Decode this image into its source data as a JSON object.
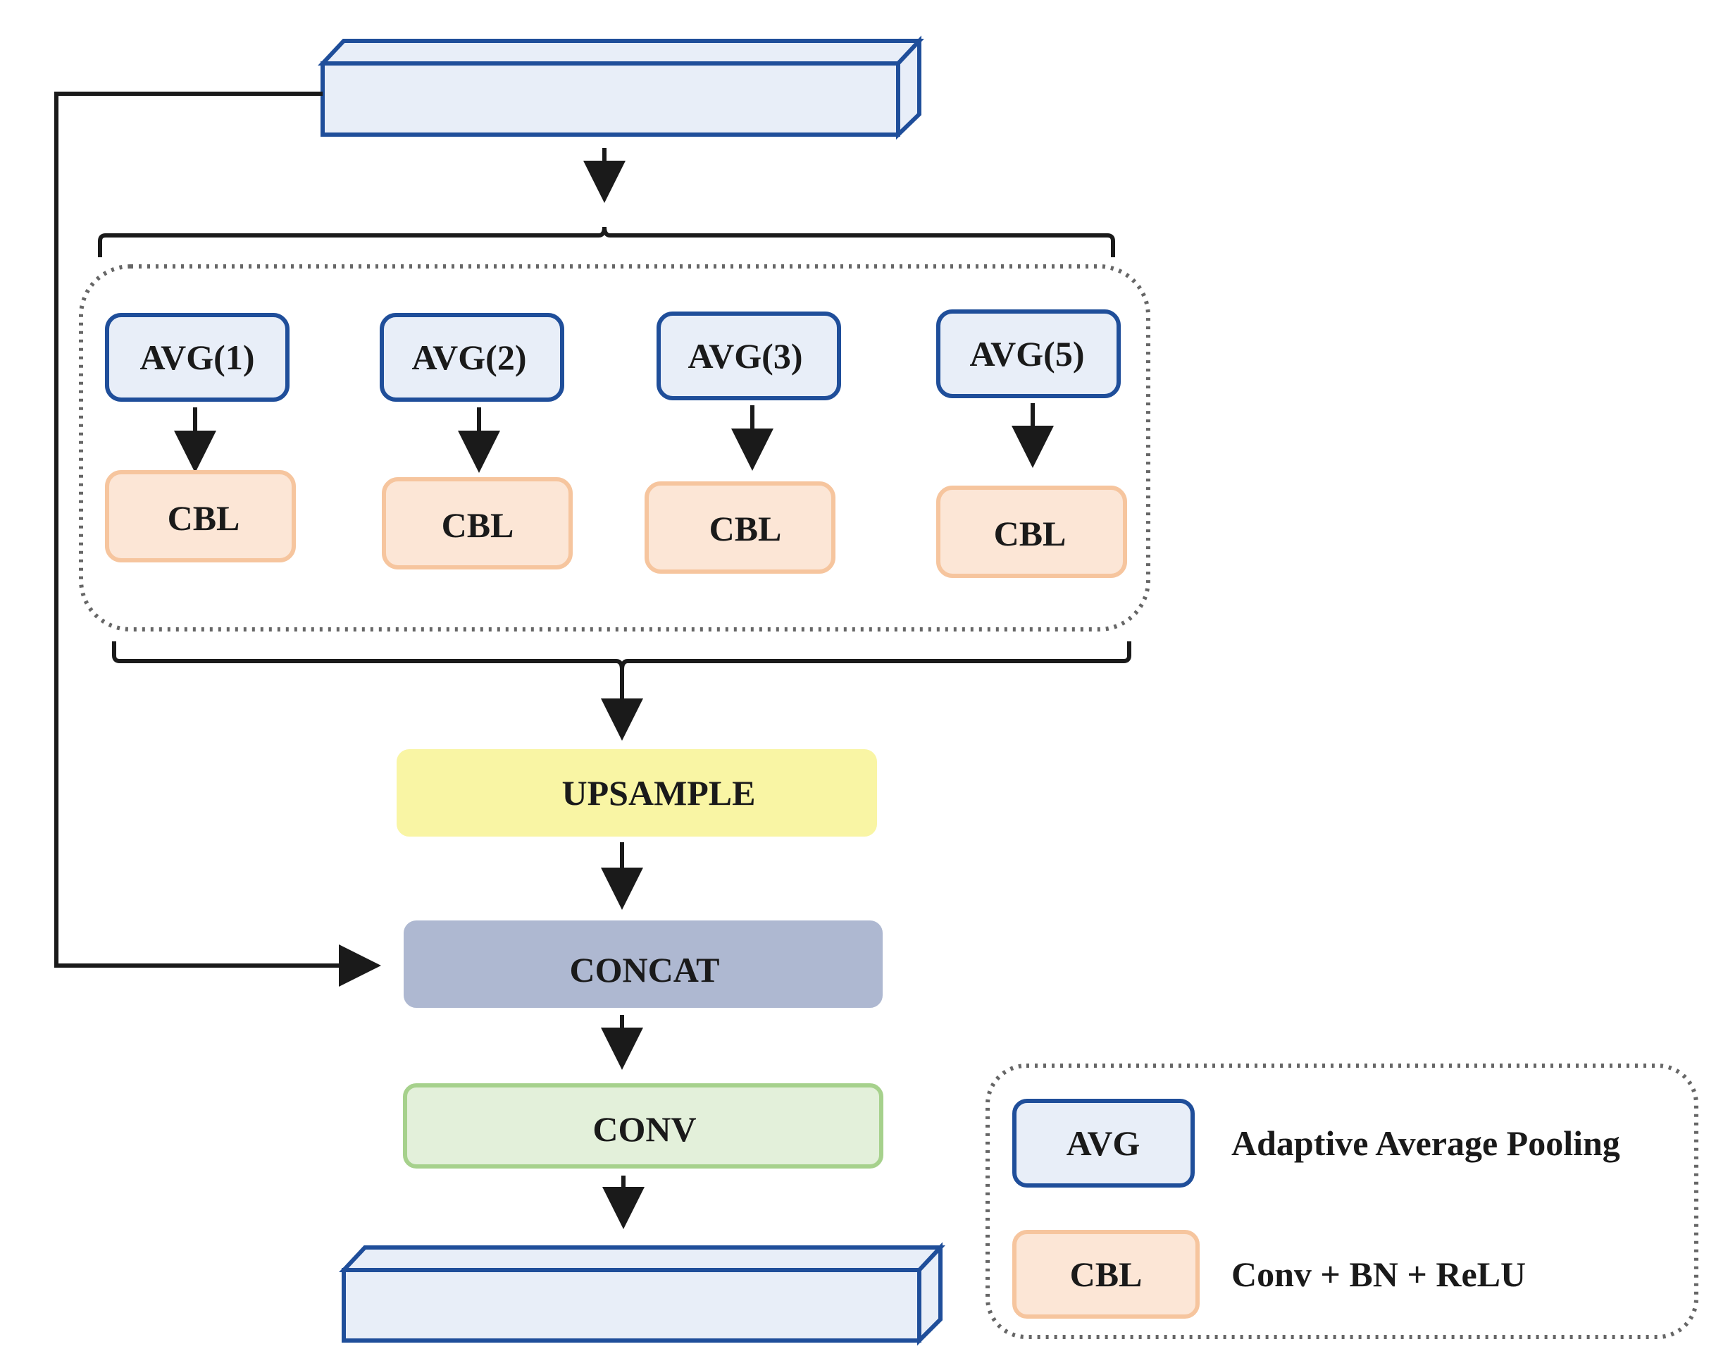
{
  "pooling_branches": [
    {
      "avg_label": "AVG(1)",
      "cbl_label": "CBL"
    },
    {
      "avg_label": "AVG(2)",
      "cbl_label": "CBL"
    },
    {
      "avg_label": "AVG(3)",
      "cbl_label": "CBL"
    },
    {
      "avg_label": "AVG(5)",
      "cbl_label": "CBL"
    }
  ],
  "pipeline": {
    "upsample_label": "UPSAMPLE",
    "concat_label": "CONCAT",
    "conv_label": "CONV"
  },
  "legend": {
    "items": [
      {
        "box_label": "AVG",
        "description": "Adaptive Average Pooling"
      },
      {
        "box_label": "CBL",
        "description": "Conv + BN + ReLU"
      }
    ]
  },
  "colors": {
    "avg_fill": "#e8eef8",
    "avg_stroke": "#1f4e9a",
    "cbl_fill": "#fce6d6",
    "cbl_stroke": "#f6c59e",
    "upsample_fill": "#f9f5a4",
    "concat_fill": "#aeb8d1",
    "conv_fill": "#e3f0da",
    "conv_stroke": "#a6d18c",
    "tensor_fill": "#e8eef8",
    "tensor_stroke": "#1f4e9a",
    "line": "#1a1a1a",
    "dotted": "#666666"
  }
}
